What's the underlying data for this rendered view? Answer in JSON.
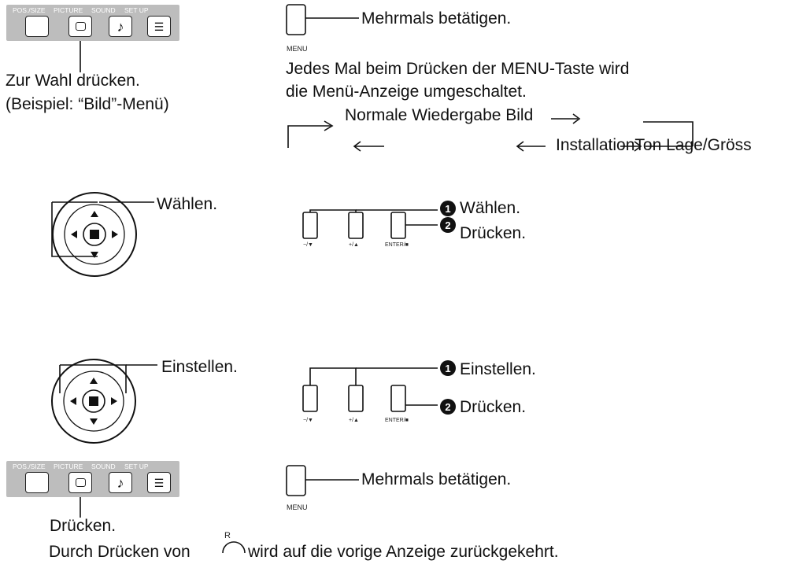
{
  "top_panel": {
    "labels": [
      "POS./SIZE",
      "PICTURE",
      "SOUND",
      "SET UP"
    ],
    "note_select": "Zur Wahl drücken.",
    "note_example": "(Beispiel: “Bild”-Menü)"
  },
  "bottom_panel": {
    "labels": [
      "POS./SIZE",
      "PICTURE",
      "SOUND",
      "SET UP"
    ],
    "note_press": "Drücken."
  },
  "menu_top": {
    "key_label": "MENU",
    "press_repeatedly": "Mehrmals betätigen.",
    "desc_line1": "Jedes Mal beim Drücken der MENU-Taste wird",
    "desc_line2": "die Menü-Anzeige umgeschaltet.",
    "cycle_row1": "Normale Wiedergabe Bild",
    "cycle_row2": "InstallationTon Lage/Gröss"
  },
  "select_section": {
    "remote_label": "Wählen.",
    "step1": "Wählen.",
    "step2": "Drücken.",
    "key_minus": "−/▼",
    "key_plus": "+/▲",
    "key_enter": "ENTER/■"
  },
  "adjust_section": {
    "remote_label": "Einstellen.",
    "step1": "Einstellen.",
    "step2": "Drücken.",
    "key_minus": "−/▼",
    "key_plus": "+/▲",
    "key_enter": "ENTER/■"
  },
  "menu_bottom": {
    "key_label": "MENU",
    "press_repeatedly": "Mehrmals betätigen."
  },
  "return_note": {
    "prefix": "Durch Drücken von",
    "r_label": "R",
    "suffix": "wird auf die vorige Anzeige zurückgekehrt."
  },
  "colors": {
    "panel": "#bdbdbd",
    "ink": "#111111"
  }
}
